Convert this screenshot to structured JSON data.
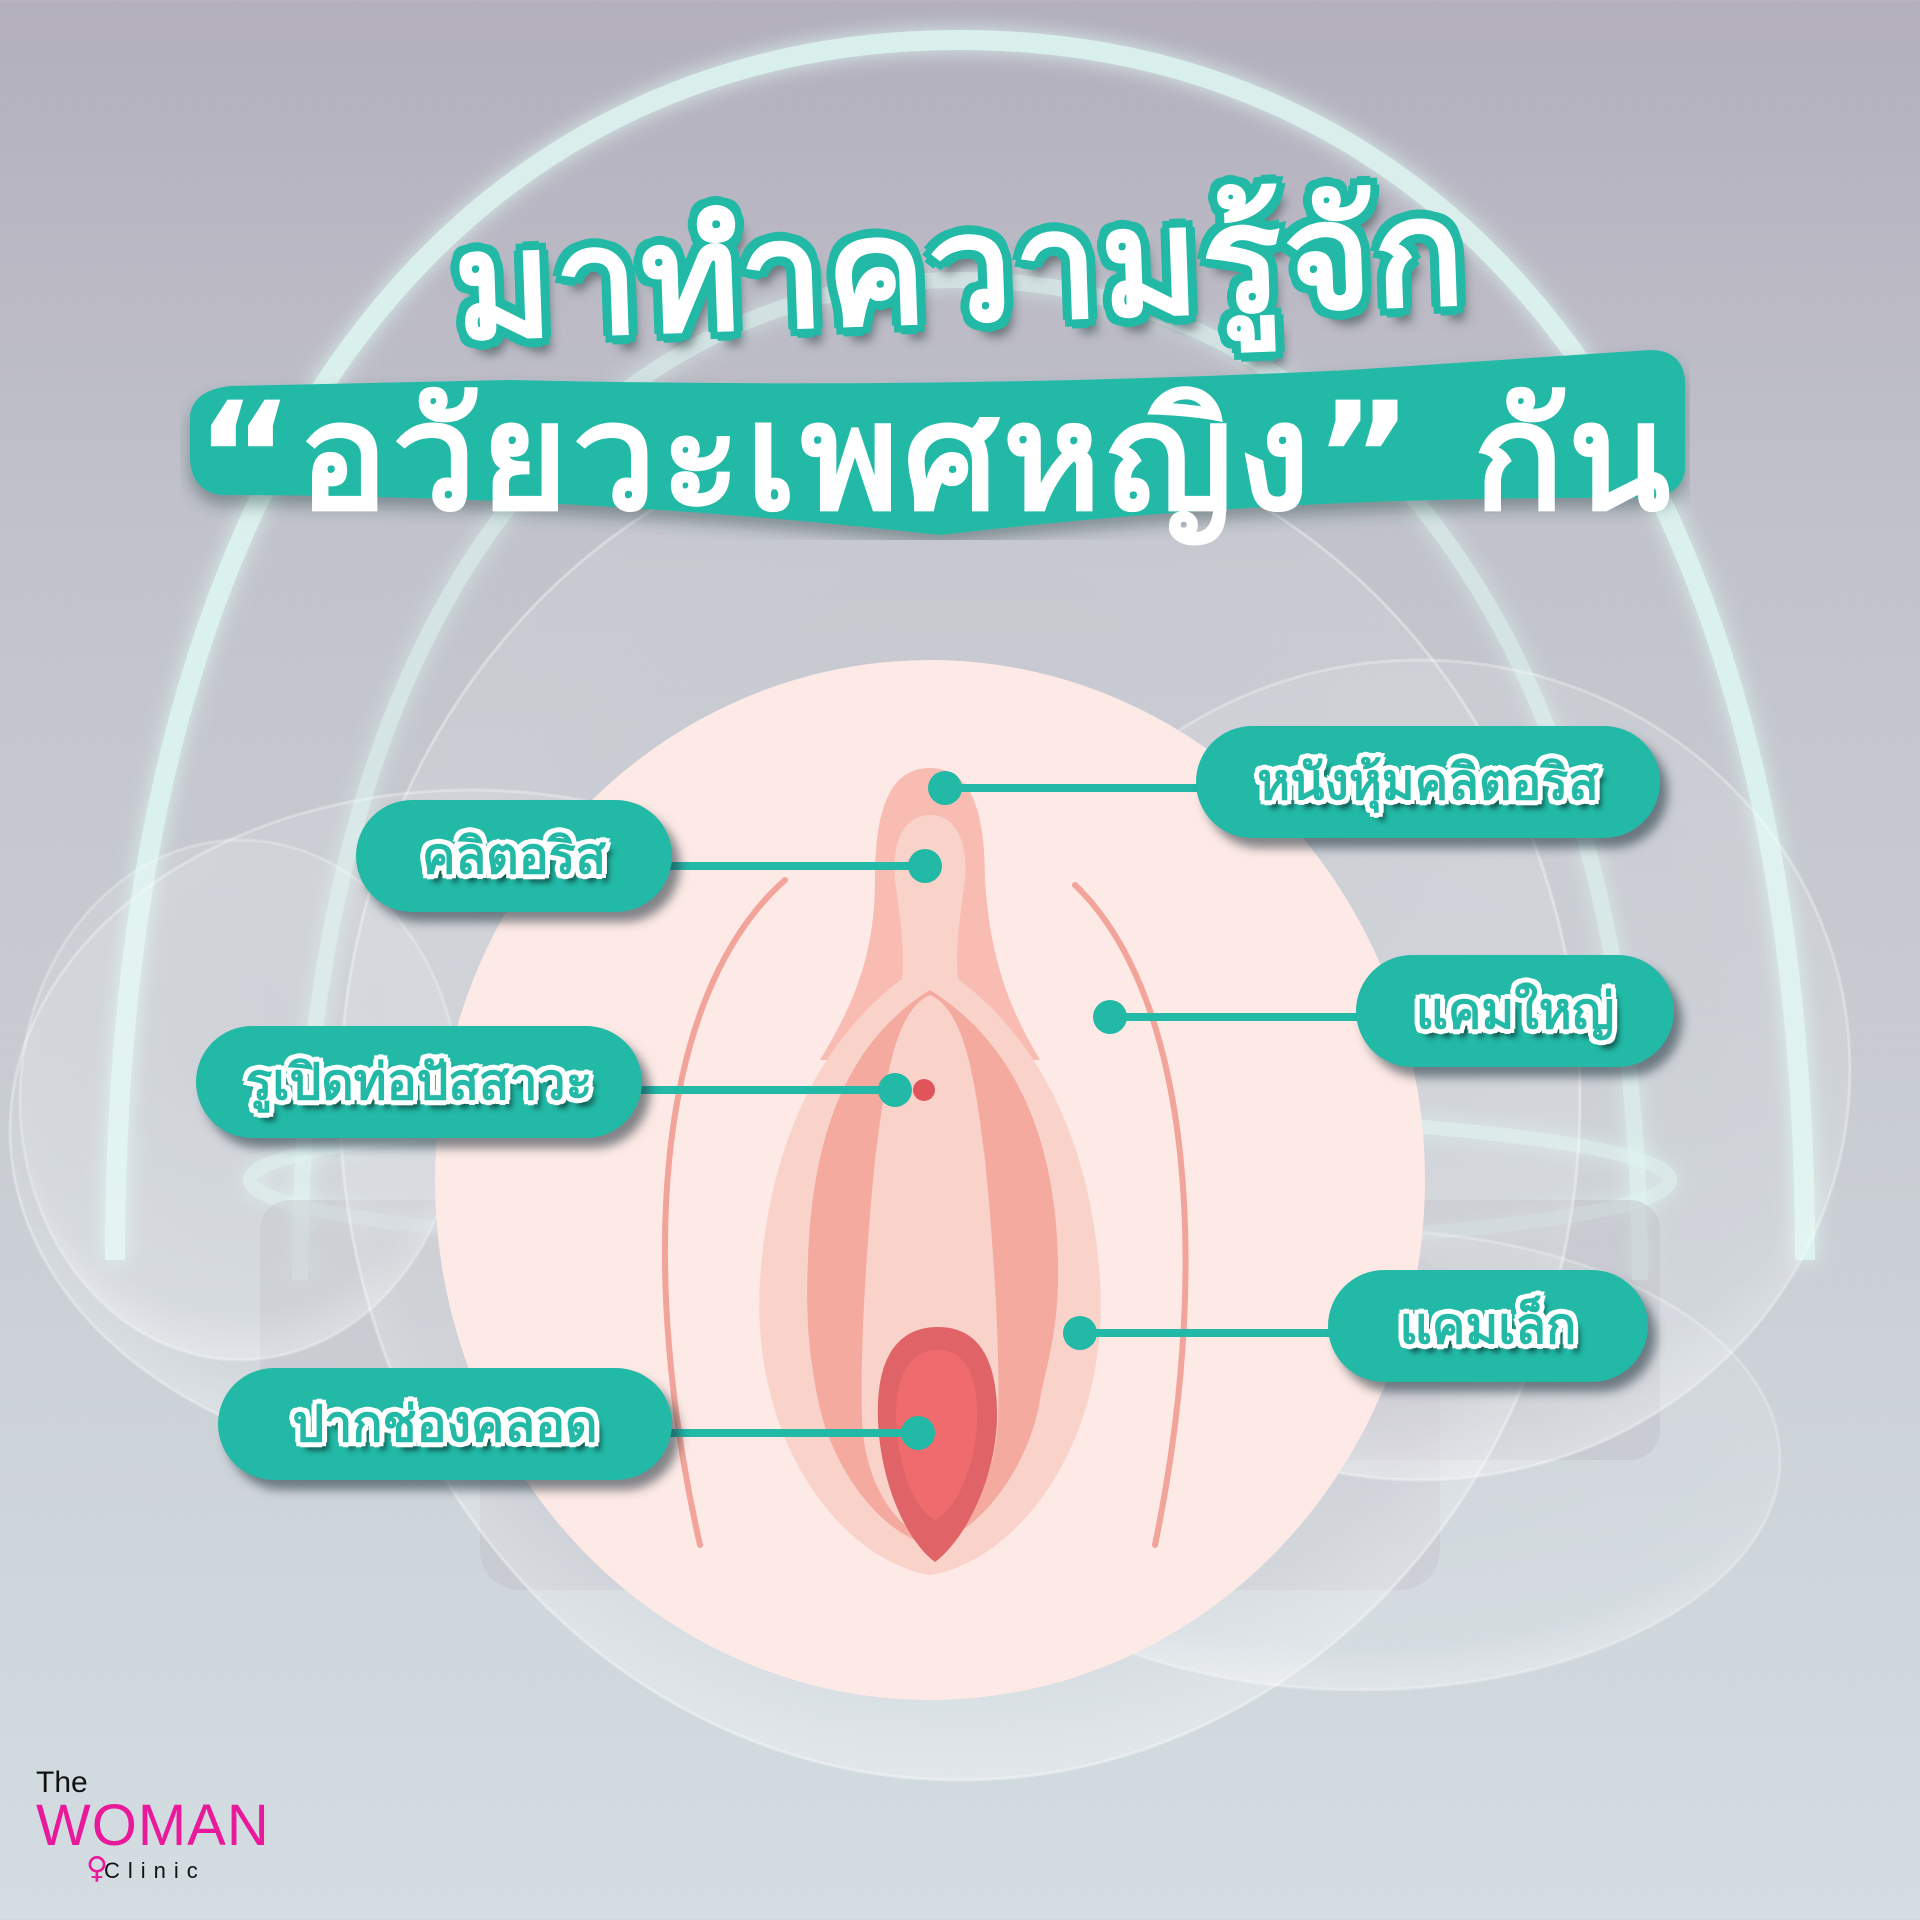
{
  "header": {
    "title_line1": "มาทำความรู้จัก",
    "title_line2": "“อวัยวะเพศหญิง” กัน"
  },
  "labels": {
    "clitoral_hood": "หนังหุ้มคลิตอริส",
    "clitoris": "คลิตอริส",
    "labia_majora": "แคมใหญ่",
    "urethral_opening": "รูเปิดท่อปัสสาวะ",
    "labia_minora": "แคมเล็ก",
    "vaginal_opening": "ปากช่องคลอด"
  },
  "logo": {
    "the": "The",
    "woman": "WOMAN",
    "clinic": "Clinic",
    "icon": "venus-icon"
  },
  "colors": {
    "accent": "#22b9a6",
    "label_text_outline": "#ffffff",
    "logo_pink": "#e8199a",
    "skin_bg": "#fde9e5",
    "labia_outer": "#f9d3c9",
    "labia_inner": "#f5aaa0",
    "vaginal_opening": "#e06467",
    "vaginal_inner": "#ef6b6d",
    "urethra_dot": "#e0555c",
    "glow_arc": "#dff7f2"
  }
}
